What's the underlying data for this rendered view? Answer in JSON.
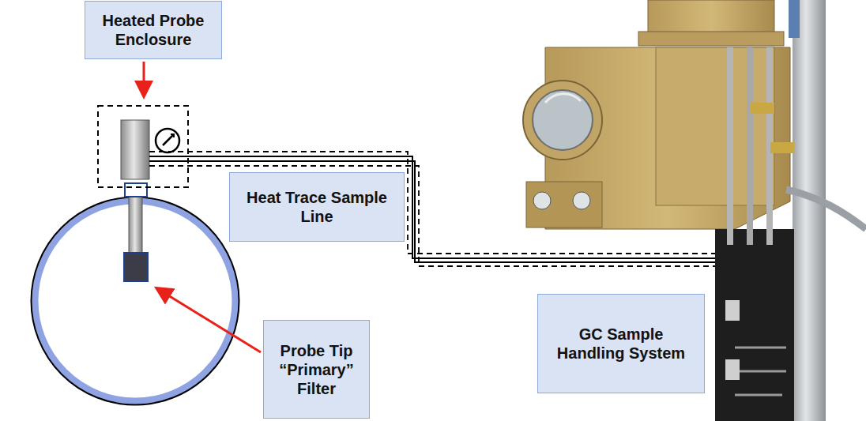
{
  "diagram": {
    "nodes": [
      {
        "text": [
          "Heated Probe Enclosure"
        ]
      },
      {
        "text": [
          "Heat Trace Sample Line"
        ]
      },
      {
        "text": [
          "Probe Tip “Primary” Filter"
        ]
      },
      {
        "text": [
          "GC Sample Handling System"
        ]
      }
    ]
  }
}
